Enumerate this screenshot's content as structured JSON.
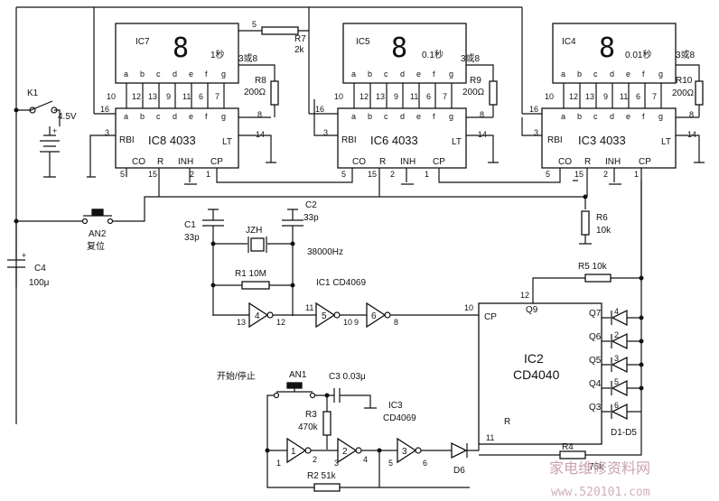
{
  "displays": [
    {
      "id": "IC7",
      "digit": "8",
      "value": "1秒",
      "segments": [
        "a",
        "b",
        "c",
        "d",
        "e",
        "f",
        "g"
      ]
    },
    {
      "id": "IC5",
      "digit": "8",
      "value": "0.1秒",
      "segments": [
        "a",
        "b",
        "c",
        "d",
        "e",
        "f",
        "g"
      ]
    },
    {
      "id": "IC4",
      "digit": "8",
      "value": "0.01秒",
      "segments": [
        "a",
        "b",
        "c",
        "d",
        "e",
        "f",
        "g"
      ]
    }
  ],
  "counters": [
    {
      "name": "IC8  4033",
      "rbi": "RBI",
      "lt": "LT",
      "co": "CO",
      "r": "R",
      "inh": "INH",
      "cp": "CP"
    },
    {
      "name": "IC6  4033",
      "rbi": "RBI",
      "lt": "LT",
      "co": "CO",
      "r": "R",
      "inh": "INH",
      "cp": "CP"
    },
    {
      "name": "IC3  4033",
      "rbi": "RBI",
      "lt": "LT",
      "co": "CO",
      "r": "R",
      "inh": "INH",
      "cp": "CP"
    }
  ],
  "resistors": {
    "r7": "R7",
    "r7v": "2k",
    "r8": "R8",
    "r8v": "200Ω",
    "r9": "R9",
    "r9v": "200Ω",
    "r10": "R10",
    "r10v": "200Ω",
    "r6": "R6",
    "r6v": "10k",
    "r1": "R1  10M",
    "r5": "R5  10k",
    "r3": "R3",
    "r3v": "470k",
    "r2": "R2  51k",
    "r4": "R4",
    "r4v": "75k",
    "note": "3或8"
  },
  "caps": {
    "c1": "C1",
    "c1v": "33p",
    "c2": "C2",
    "c2v": "33p",
    "c3": "C3  0.03μ",
    "c4": "C4",
    "c4v": "100μ"
  },
  "crystal": {
    "name": "JZH",
    "freq": "38000Hz"
  },
  "battery": {
    "switch": "K1",
    "voltage": "4.5V"
  },
  "buttons": {
    "an2": "AN2",
    "an2_label": "复位",
    "an1": "AN1",
    "an1_label": "开始/停止"
  },
  "ic1": {
    "name": "IC1  CD4069"
  },
  "ic2": {
    "name1": "IC2",
    "name2": "CD4040",
    "cp": "CP",
    "q9": "Q9",
    "q7": "Q7",
    "q6": "Q6",
    "q5": "Q5",
    "q4": "Q4",
    "q3": "Q3",
    "r": "R"
  },
  "ic3b": {
    "name1": "IC3",
    "name2": "CD4069"
  },
  "diodes": {
    "d_group": "D1-D5",
    "d6": "D6"
  },
  "watermark": {
    "cn": "家电维修资料网",
    "url": "www.520101.com"
  }
}
